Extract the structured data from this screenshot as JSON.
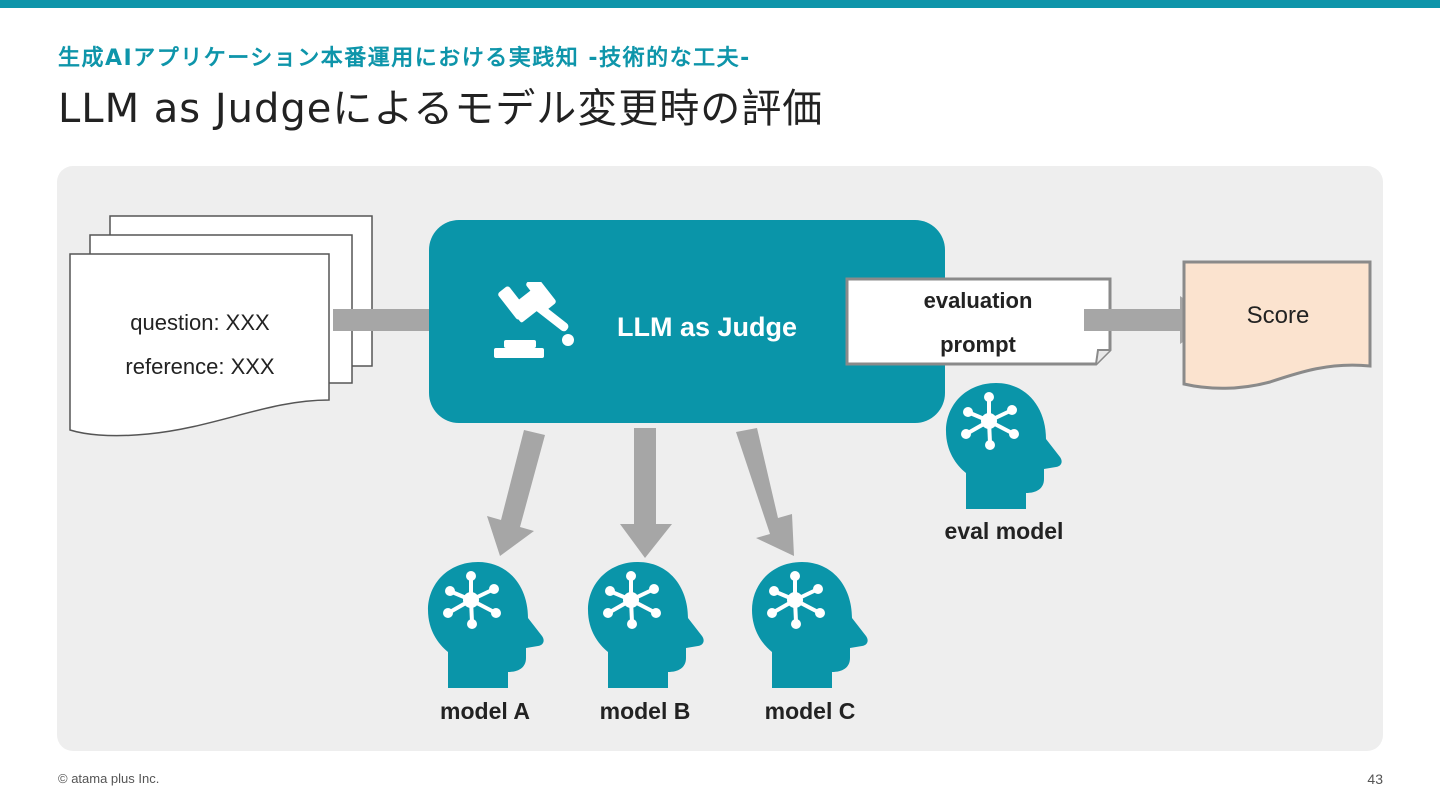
{
  "header": {
    "subtitle": "生成AIアプリケーション本番運用における実践知 -技術的な工夫-",
    "title": "LLM as Judgeによるモデル変更時の評価"
  },
  "diagram": {
    "input_doc": {
      "line1": "question: XXX",
      "line2": "reference: XXX"
    },
    "judge": {
      "label": "LLM as Judge",
      "icon": "gavel-icon"
    },
    "eval_prompt": {
      "line1": "evaluation",
      "line2": "prompt"
    },
    "output": {
      "label": "Score"
    },
    "eval_model": {
      "label": "eval model",
      "icon": "brain-head-icon"
    },
    "models": [
      {
        "label": "model A",
        "icon": "brain-head-icon"
      },
      {
        "label": "model B",
        "icon": "brain-head-icon"
      },
      {
        "label": "model C",
        "icon": "brain-head-icon"
      }
    ]
  },
  "colors": {
    "accent": "#0e95aa",
    "panel": "#eeeeee",
    "arrow": "#a6a6a6",
    "score_fill": "#fbe3cf"
  },
  "footer": {
    "copyright": "© atama plus Inc.",
    "page": "43"
  }
}
